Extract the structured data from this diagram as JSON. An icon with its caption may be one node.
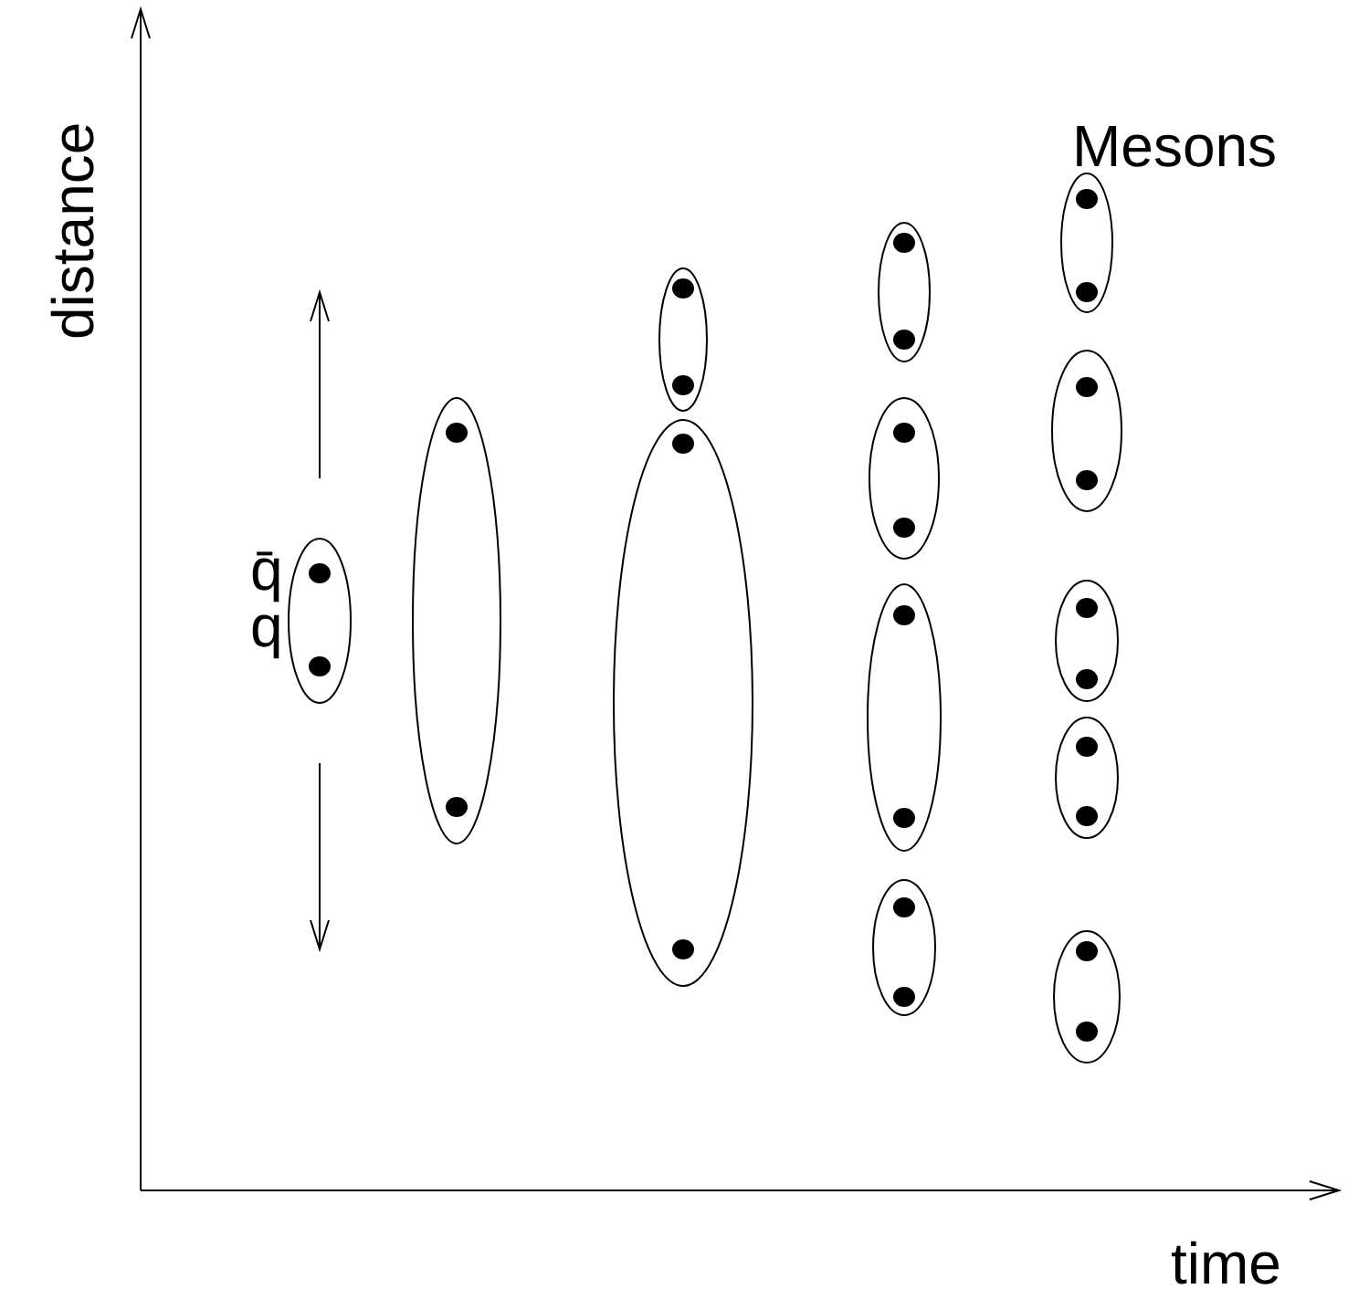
{
  "diagram": {
    "labels": [
      "distance",
      "Mesons",
      "q̄",
      "q",
      "time"
    ]
  }
}
